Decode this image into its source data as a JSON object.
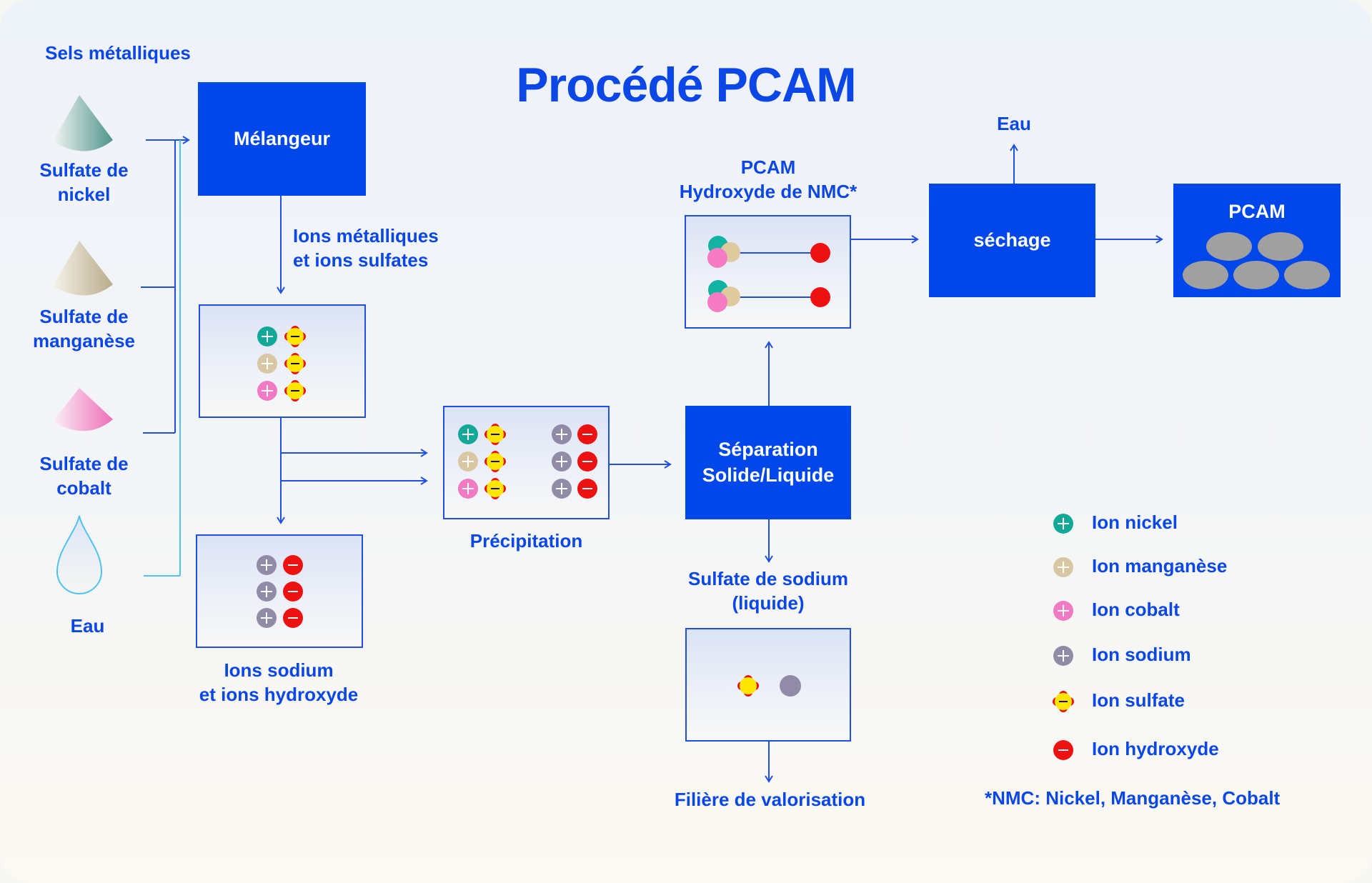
{
  "title": "Procédé PCAM",
  "inputs": {
    "header": "Sels métalliques",
    "items": [
      {
        "label_l1": "Sulfate de",
        "label_l2": "nickel",
        "icon": "cone-icon",
        "color": "#4e948c"
      },
      {
        "label_l1": "Sulfate de",
        "label_l2": "manganèse",
        "icon": "cone-icon",
        "color": "#b9ab8a"
      },
      {
        "label_l1": "Sulfate de",
        "label_l2": "cobalt",
        "icon": "cone-icon",
        "color": "#ee6fb8"
      },
      {
        "label_l1": "Eau",
        "label_l2": "",
        "icon": "water-drop-icon",
        "color": "#4fc3f0"
      }
    ]
  },
  "steps": {
    "mixer": "Mélangeur",
    "mixer_output_l1": "Ions métalliques",
    "mixer_output_l2": "et ions sulfates",
    "sodium_l1": "Ions sodium",
    "sodium_l2": "et ions hydroxyde",
    "precipitation": "Précipitation",
    "separation_l1": "Séparation",
    "separation_l2": "Solide/Liquide",
    "pcam_hydroxide_l1": "PCAM",
    "pcam_hydroxide_l2": "Hydroxyde de NMC*",
    "drying": "séchage",
    "water_out": "Eau",
    "final": "PCAM",
    "sodium_sulfate_l1": "Sulfate de sodium",
    "sodium_sulfate_l2": "(liquide)",
    "valorisation": "Filière de valorisation"
  },
  "legend": {
    "items": [
      {
        "label": "Ion nickel",
        "type": "plus",
        "color": "#12a99b"
      },
      {
        "label": "Ion manganèse",
        "type": "plus",
        "color": "#d9c7a3"
      },
      {
        "label": "Ion cobalt",
        "type": "plus",
        "color": "#f27ac4"
      },
      {
        "label": "Ion sodium",
        "type": "plus",
        "color": "#918ba8"
      },
      {
        "label": "Ion sulfate",
        "type": "sulfate",
        "color": "#ffe600"
      },
      {
        "label": "Ion hydroxyde",
        "type": "minus",
        "color": "#ee1111"
      }
    ],
    "footnote": "*NMC: Nickel, Manganèse, Cobalt"
  },
  "colors": {
    "brand_blue": "#0047eb",
    "text_blue": "#0a47e6",
    "nickel": "#12a99b",
    "manganese": "#d9c7a3",
    "cobalt": "#f27ac4",
    "sodium": "#918ba8",
    "sulfate": "#ffe600",
    "hydroxide": "#ee1111",
    "pellet": "#a0a0a0"
  }
}
